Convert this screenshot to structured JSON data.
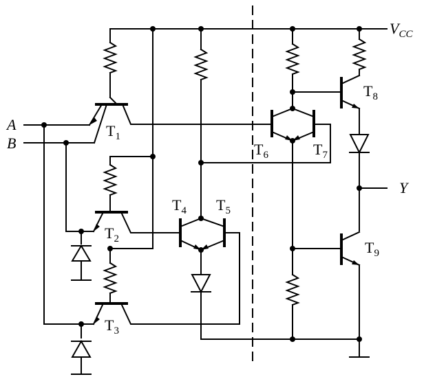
{
  "supply": {
    "main": "V",
    "sub": "CC"
  },
  "inputs": {
    "a": "A",
    "b": "B"
  },
  "output": "Y",
  "transistors": {
    "t1": {
      "main": "T",
      "sub": "1"
    },
    "t2": {
      "main": "T",
      "sub": "2"
    },
    "t3": {
      "main": "T",
      "sub": "3"
    },
    "t4": {
      "main": "T",
      "sub": "4"
    },
    "t5": {
      "main": "T",
      "sub": "5"
    },
    "t6": {
      "main": "T",
      "sub": "6"
    },
    "t7": {
      "main": "T",
      "sub": "7"
    },
    "t8": {
      "main": "T",
      "sub": "8"
    },
    "t9": {
      "main": "T",
      "sub": "9"
    }
  }
}
